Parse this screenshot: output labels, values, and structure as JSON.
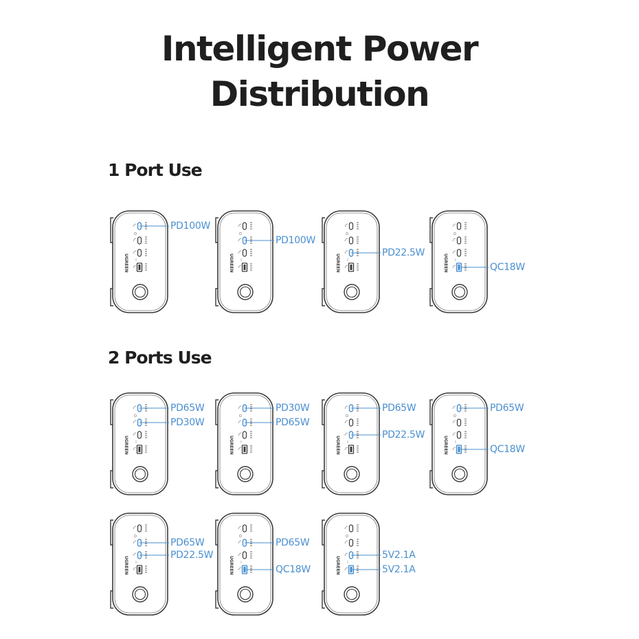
{
  "page": {
    "title_line1": "Intelligent Power",
    "title_line2": "Distribution"
  },
  "colors": {
    "accent": "#4a8fd0",
    "device_stroke": "#3a3a3a",
    "text": "#1f1f1f"
  },
  "device": {
    "brand": "UGREEN",
    "ports": [
      "USB-C1",
      "USB-C2",
      "USB-C3",
      "USB-A"
    ]
  },
  "sections": [
    {
      "heading": "1 Port Use",
      "configs": [
        {
          "outputs": [
            {
              "port": 0,
              "label": "PD100W"
            }
          ]
        },
        {
          "outputs": [
            {
              "port": 1,
              "label": "PD100W"
            }
          ]
        },
        {
          "outputs": [
            {
              "port": 2,
              "label": "PD22.5W"
            }
          ]
        },
        {
          "outputs": [
            {
              "port": 3,
              "label": "QC18W"
            }
          ]
        }
      ]
    },
    {
      "heading": "2 Ports Use",
      "configs": [
        {
          "outputs": [
            {
              "port": 0,
              "label": "PD65W"
            },
            {
              "port": 1,
              "label": "PD30W"
            }
          ]
        },
        {
          "outputs": [
            {
              "port": 0,
              "label": "PD30W"
            },
            {
              "port": 1,
              "label": "PD65W"
            }
          ]
        },
        {
          "outputs": [
            {
              "port": 0,
              "label": "PD65W"
            },
            {
              "port": 2,
              "label": "PD22.5W"
            }
          ]
        },
        {
          "outputs": [
            {
              "port": 0,
              "label": "PD65W"
            },
            {
              "port": 3,
              "label": "QC18W"
            }
          ]
        },
        {
          "outputs": [
            {
              "port": 1,
              "label": "PD65W"
            },
            {
              "port": 2,
              "label": "PD22.5W"
            }
          ]
        },
        {
          "outputs": [
            {
              "port": 1,
              "label": "PD65W"
            },
            {
              "port": 3,
              "label": "QC18W"
            }
          ]
        },
        {
          "outputs": [
            {
              "port": 2,
              "label": "5V2.1A"
            },
            {
              "port": 3,
              "label": "5V2.1A"
            }
          ]
        }
      ]
    }
  ]
}
